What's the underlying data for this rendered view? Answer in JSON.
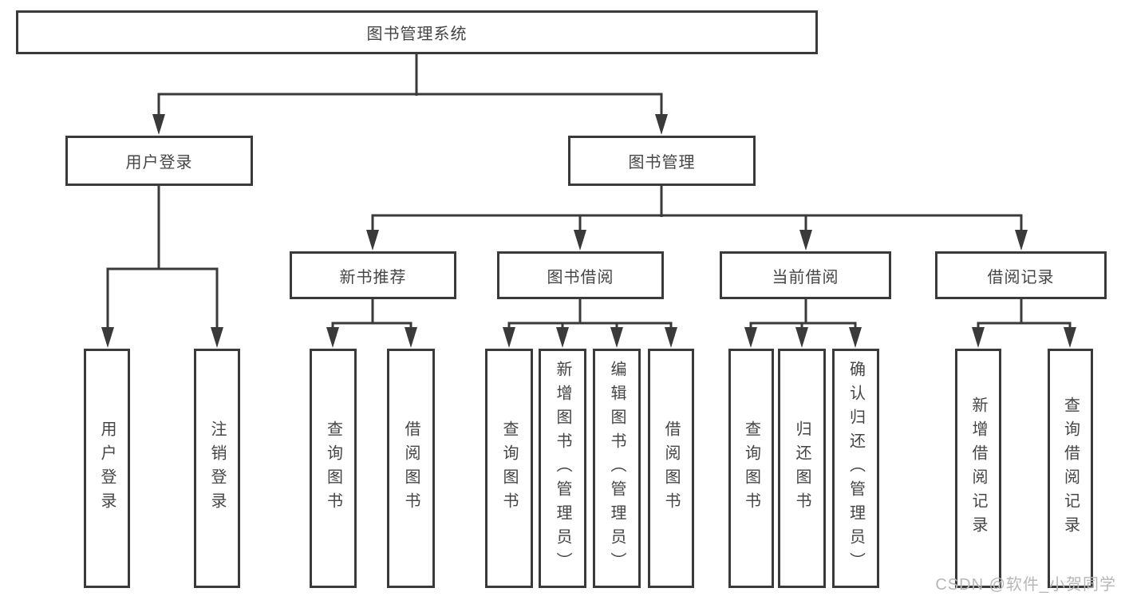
{
  "diagram": {
    "type": "function-structure-tree",
    "root": {
      "label": "图书管理系统"
    },
    "level2": [
      {
        "id": "user-login",
        "label": "用户登录",
        "children": [
          {
            "label": "用户登录"
          },
          {
            "label": "注销登录"
          }
        ]
      },
      {
        "id": "book-management",
        "label": "图书管理",
        "children": [
          {
            "id": "new-book-recommend",
            "label": "新书推荐",
            "children": [
              {
                "label": "查询图书"
              },
              {
                "label": "借阅图书"
              }
            ]
          },
          {
            "id": "book-borrowing",
            "label": "图书借阅",
            "children": [
              {
                "label": "查询图书"
              },
              {
                "label": "新增图书（管理员）"
              },
              {
                "label": "编辑图书（管理员）"
              },
              {
                "label": "借阅图书"
              }
            ]
          },
          {
            "id": "current-borrowing",
            "label": "当前借阅",
            "children": [
              {
                "label": "查询图书"
              },
              {
                "label": "归还图书"
              },
              {
                "label": "确认归还（管理员）"
              }
            ]
          },
          {
            "id": "borrowing-records",
            "label": "借阅记录",
            "children": [
              {
                "label": "新增借阅记录"
              },
              {
                "label": "查询借阅记录"
              }
            ]
          }
        ]
      }
    ]
  },
  "watermark": {
    "text": "CSDN @软件_小贺同学"
  },
  "colors": {
    "line": "#3a3a3a",
    "box_border": "#3a3a3a",
    "box_fill": "#ffffff",
    "text": "#454545",
    "watermark": "#b7b7b7",
    "background": "#ffffff"
  }
}
